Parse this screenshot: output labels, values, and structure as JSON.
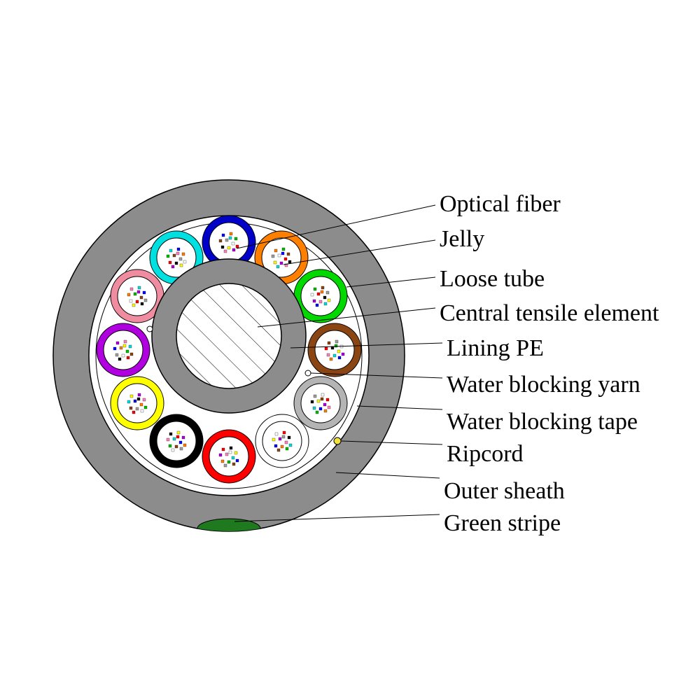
{
  "colors": {
    "outer_sheath": "#8c8c8c",
    "lining_pe": "#8c8c8c",
    "tape_region": "#ffffff",
    "green_stripe": "#1f7a1f",
    "ripcord": "#f0e040",
    "central_hatch": "#000000",
    "tubes": [
      "#0000c8",
      "#ff8000",
      "#00d800",
      "#8b4513",
      "#b4b4b4",
      "#ffffff",
      "#ff0000",
      "#000000",
      "#ffff00",
      "#b000e0",
      "#f08ca0",
      "#00e0e0"
    ]
  },
  "labels": {
    "optical_fiber": "Optical fiber",
    "jelly": "Jelly",
    "loose_tube": "Loose tube",
    "central_tensile_element": "Central tensile element",
    "lining_pe": "Lining PE",
    "water_blocking_yarn": "Water blocking yarn",
    "water_blocking_tape": "Water blocking tape",
    "ripcord": "Ripcord",
    "outer_sheath": "Outer sheath",
    "green_stripe": "Green stripe"
  }
}
